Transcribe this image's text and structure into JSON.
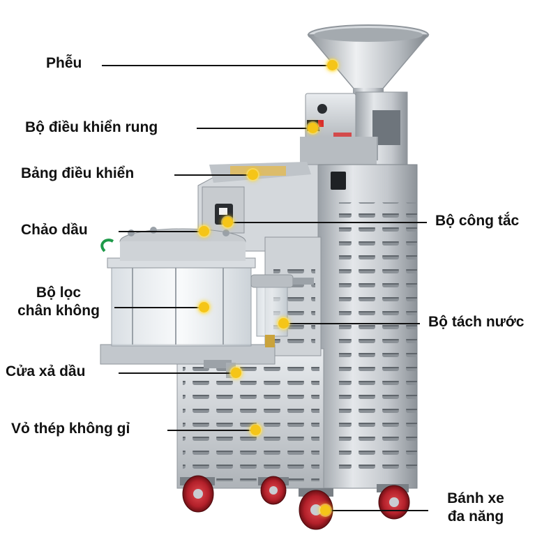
{
  "labels": {
    "pheu": "Phễu",
    "bo_dieu_khien_rung": "Bộ điều khiển rung",
    "bang_dieu_khien": "Bảng điều khiển",
    "chao_dau": "Chảo dầu",
    "bo_loc_line1": "Bộ lọc",
    "bo_loc_line2": "chân không",
    "cua_xa_dau": "Cửa xả dầu",
    "vo_thep": "Vỏ thép không gỉ",
    "bo_cong_tac": "Bộ công tắc",
    "bo_tach_nuoc": "Bộ tách nước",
    "banh_xe_line1": "Bánh xe",
    "banh_xe_line2": "đa năng"
  },
  "colors": {
    "callout_dot": "#f5c518",
    "text": "#111111",
    "steel": "#c9cdd2",
    "wheel": "#b3202a"
  }
}
